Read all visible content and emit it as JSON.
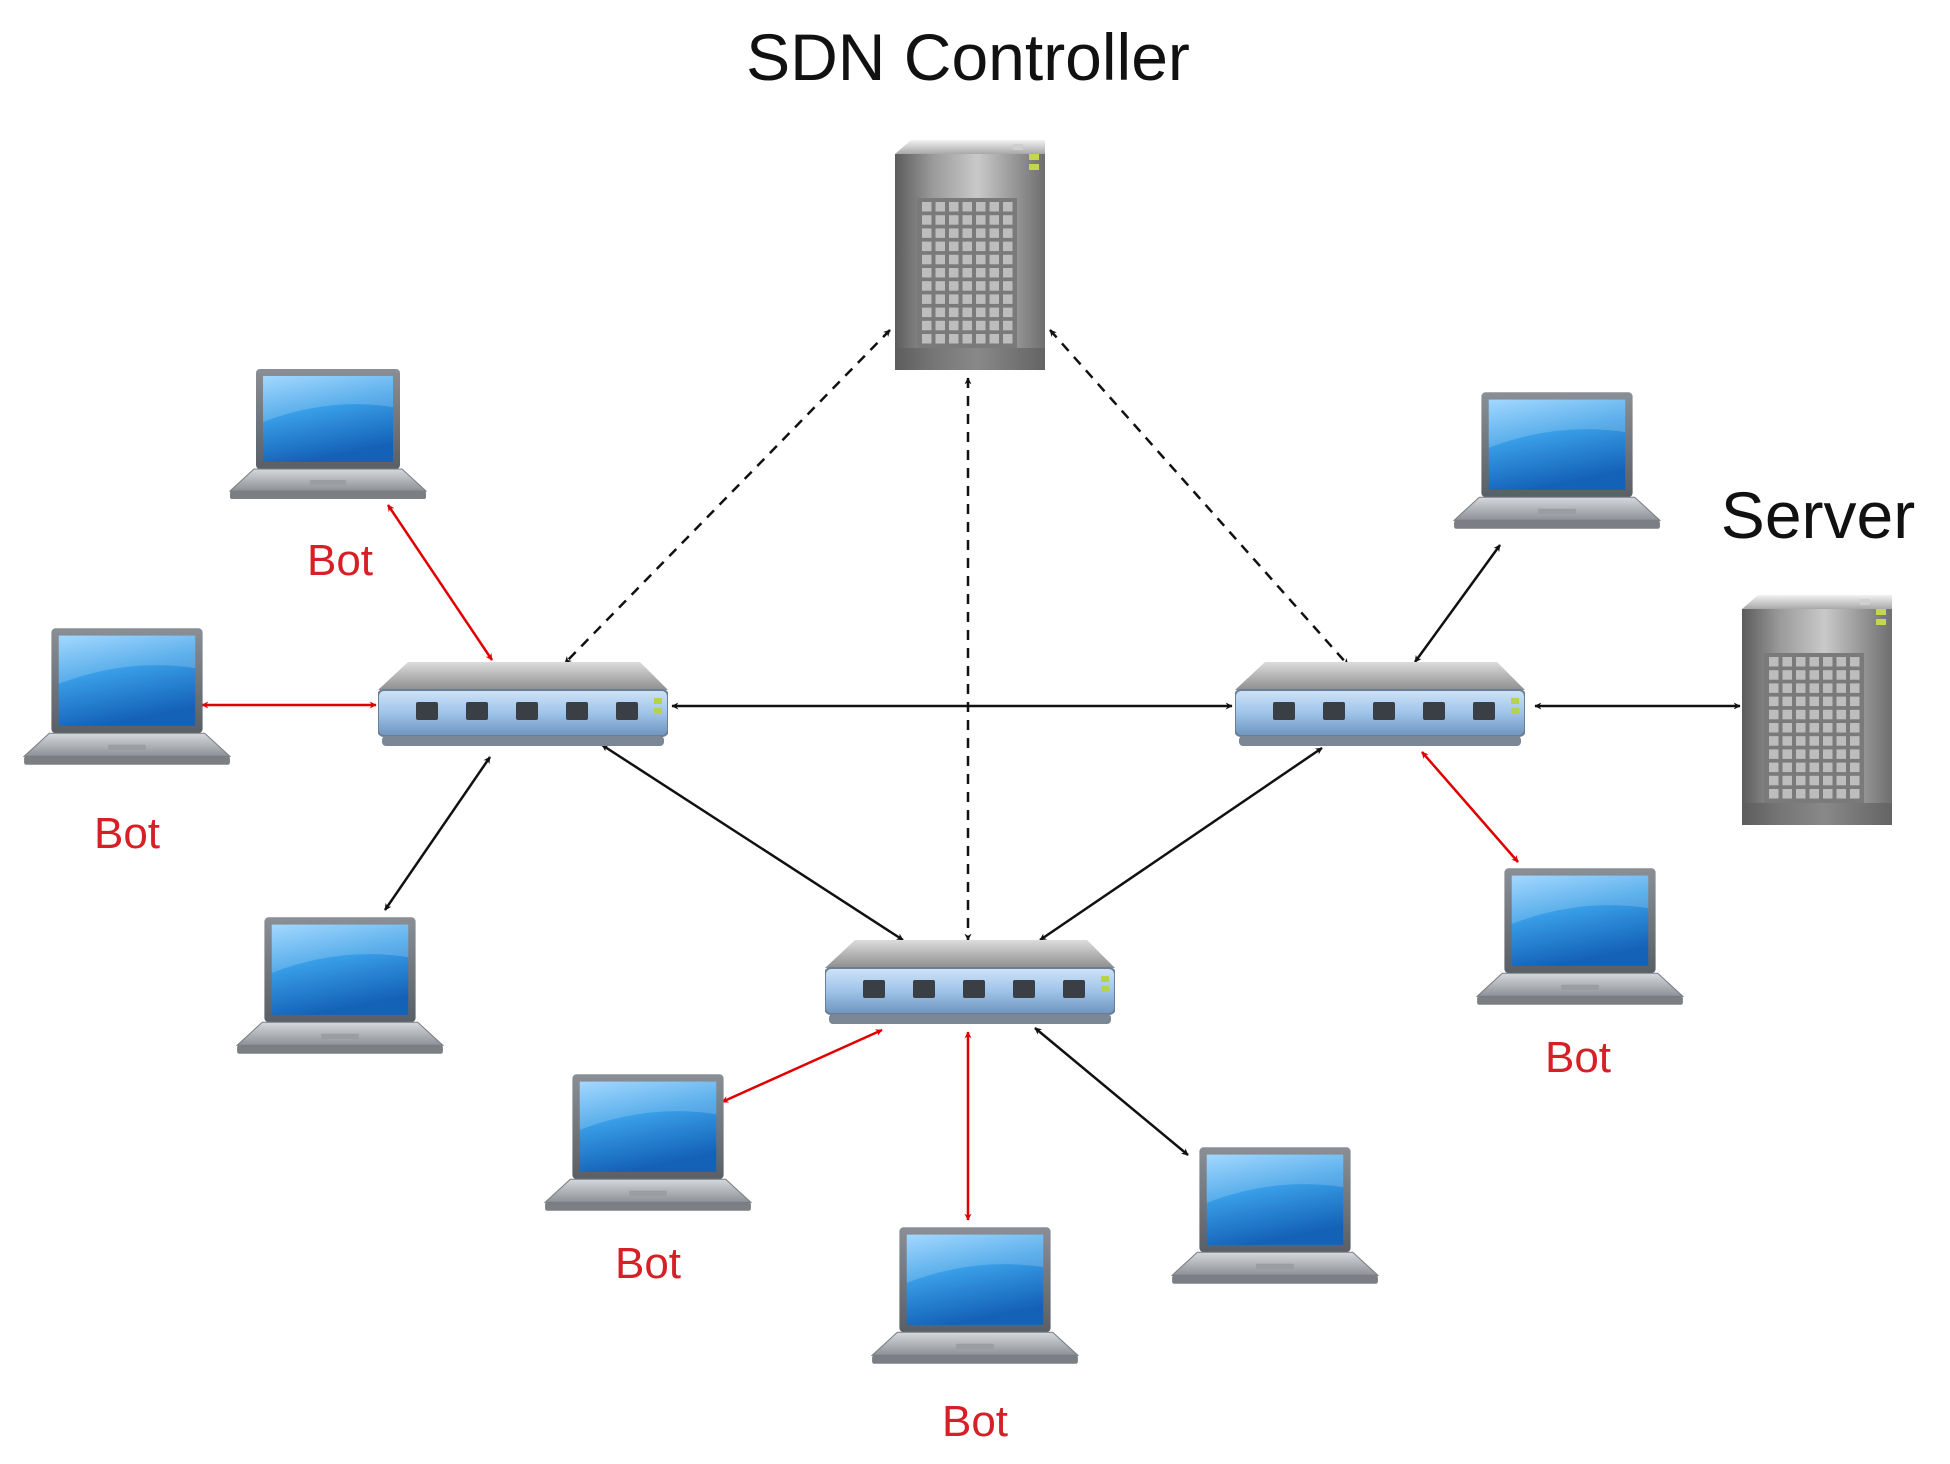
{
  "colors": {
    "control_link": "#111111",
    "data_link": "#111111",
    "bot_link": "#e00000",
    "bot_label": "#d61f26"
  },
  "labels": {
    "controller_title": "SDN Controller",
    "server_title": "Server",
    "bot": "Bot"
  },
  "nodes": {
    "controller": {
      "icon": "server-tower-icon",
      "role": "controller"
    },
    "server": {
      "icon": "server-tower-icon",
      "role": "server"
    },
    "switches": [
      {
        "id": "switch-left",
        "icon": "network-switch-icon"
      },
      {
        "id": "switch-right",
        "icon": "network-switch-icon"
      },
      {
        "id": "switch-bottom",
        "icon": "network-switch-icon"
      }
    ],
    "laptops": [
      {
        "id": "laptop-left-top",
        "icon": "laptop-icon",
        "bot": true
      },
      {
        "id": "laptop-left-mid",
        "icon": "laptop-icon",
        "bot": true
      },
      {
        "id": "laptop-left-bottom",
        "icon": "laptop-icon",
        "bot": false
      },
      {
        "id": "laptop-right-top",
        "icon": "laptop-icon",
        "bot": false
      },
      {
        "id": "laptop-right-bottom",
        "icon": "laptop-icon",
        "bot": true
      },
      {
        "id": "laptop-bottom-left",
        "icon": "laptop-icon",
        "bot": true
      },
      {
        "id": "laptop-bottom-mid",
        "icon": "laptop-icon",
        "bot": true
      },
      {
        "id": "laptop-bottom-right",
        "icon": "laptop-icon",
        "bot": false
      }
    ]
  }
}
